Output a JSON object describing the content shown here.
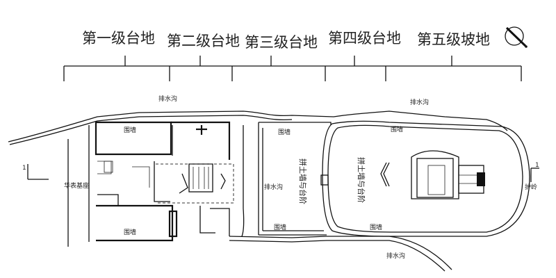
{
  "tiers": [
    "第一级台地",
    "第二级台地",
    "第三级台地",
    "第四级台地",
    "第五级坡地"
  ],
  "labels": {
    "drain_top_left": "排水沟",
    "drain_top_right": "排水沟",
    "drain_middle": "排水沟",
    "drain_bottom": "排水沟",
    "wall_tier1_top": "围墙",
    "wall_tier1_bottom": "围墙",
    "wall_tier3_top": "围墙",
    "wall_tier3_bottom": "围墙",
    "wall_tier5_top": "围墙",
    "wall_tier5_bottom": "围墙",
    "pillar_base": "华表基座",
    "revetment": "护岭",
    "stairs_tier3": "拼土墙与台阶",
    "stairs_tier5": "拼土墙与台阶",
    "section_left": "1",
    "section_right": "1"
  },
  "icons": [
    "north-arrow-icon"
  ]
}
